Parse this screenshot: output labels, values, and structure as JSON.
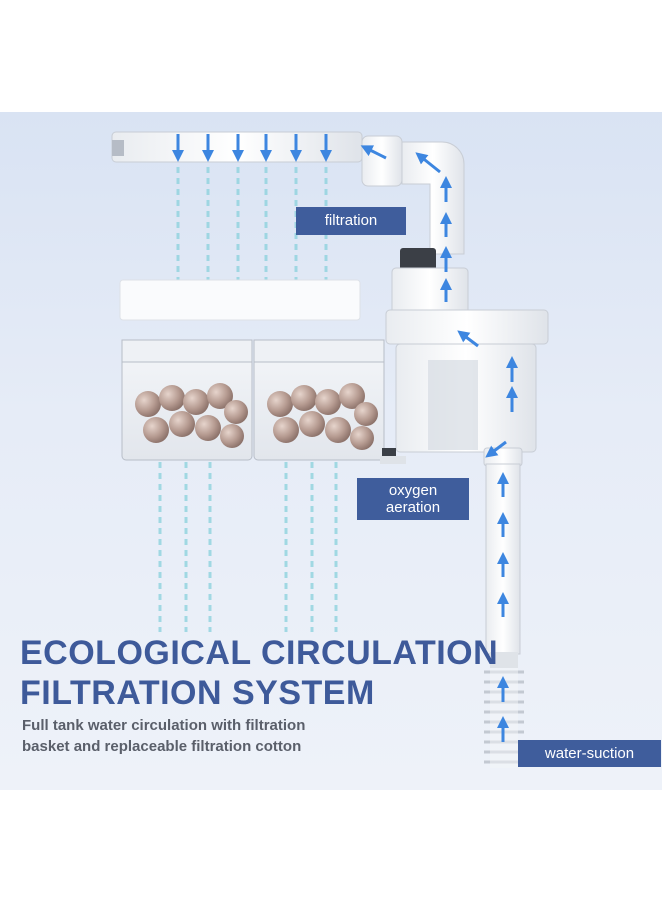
{
  "labels": {
    "filtration": "filtration",
    "oxygen_line1": "oxygen",
    "oxygen_line2": "aeration",
    "water_suction": "water-suction"
  },
  "headline": {
    "line1": "ECOLOGICAL CIRCULATION",
    "line2": "FILTRATION SYSTEM"
  },
  "subtitle": {
    "line1": "Full tank water circulation with filtration",
    "line2": "basket and replaceable filtration cotton"
  },
  "colors": {
    "label_bg": "#3f5d9c",
    "headline": "#3e5a9a",
    "arrow": "#3d86e0",
    "background": "#e1e8f5"
  }
}
